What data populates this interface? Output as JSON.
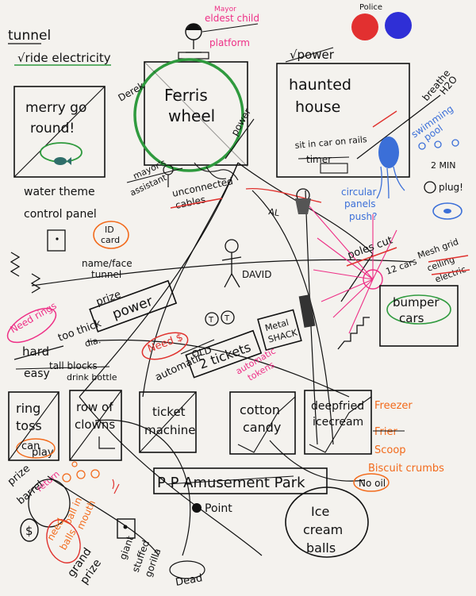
{
  "labels": {
    "tunnel": "tunnel",
    "ride_electricity": "√ride electricity",
    "mayor_eldest": "Mayor",
    "eldest_child": "eldest child",
    "platform": "platform",
    "police": "Police",
    "ferris": "Ferris",
    "wheel": "wheel",
    "derek": "Derek",
    "power_label": "power",
    "power_haunted": "√power",
    "haunted": "haunted",
    "house": "house",
    "sit_in_car": "sit in car on rails",
    "timer": "timer",
    "breathe": "breathe",
    "h2o": "H2O",
    "swimming": "swimming",
    "pool": "pool",
    "two_min": "2 MIN",
    "plug": "plug!",
    "circular": "circular",
    "panels": "panels",
    "push": "push?",
    "merry": "merry go",
    "round": "round!",
    "water_theme": "water theme",
    "control_panel": "control panel",
    "mayor_assistant_1": "mayor's",
    "mayor_assistant_2": "assistant",
    "unconnected": "unconnected",
    "cables": "cables",
    "al": "AL",
    "id_card_1": "ID",
    "id_card_2": "card",
    "name_tunnel_1": "name/face",
    "name_tunnel_2": "tunnel",
    "david": "DAVID",
    "poles_cut": "poles cut",
    "cars12": "12 cars",
    "mesh_grid": "Mesh grid",
    "ceiling": "ceiling",
    "electric": "electric",
    "bumper": "bumper",
    "cars": "cars",
    "prize": "prize",
    "power_prize": "power",
    "too_thick": "too thick",
    "dia": "dia.",
    "need_rings": "Need rings",
    "hard": "hard",
    "easy": "easy",
    "tall_blocks": "tall blocks",
    "drink_bottle": "drink bottle",
    "need_dollar": "Need $",
    "automatic": "automatic",
    "old": "OLD",
    "two_tickets": "2 tickets",
    "metal": "Metal",
    "shack": "SHACK",
    "automatic_tokens_1": "automatic",
    "automatic_tokens_2": "tokens",
    "ring": "ring",
    "toss": "toss",
    "can": "can",
    "play": "play",
    "row_of": "row of",
    "clowns": "clowns",
    "ticket": "ticket",
    "machine": "machine",
    "cotton": "cotton",
    "candy": "candy",
    "deepfried": "deepfried",
    "icecream": "icecream",
    "freezer": "Freezer",
    "frier": "Frier",
    "scoop": "Scoop",
    "biscuit": "Biscuit crumbs",
    "no_oil": "No oil",
    "prize_barrel_1": "prize",
    "prize_barrel_2": "barrel",
    "prize_barrel_3": "return",
    "balls_in_mouth_1": "ball in",
    "balls_in_mouth_2": "mouth",
    "need_balls_1": "need",
    "need_balls_2": "balls",
    "grand": "grand",
    "grand_prize": "prize",
    "giant": "giant",
    "stuffed": "stuffed",
    "gorilla": "gorilla",
    "dead": "Dead",
    "park_name": "P P Amusement Park",
    "point": "Point",
    "ice": "Ice",
    "cream": "cream",
    "balls": "balls",
    "dollar": "$"
  },
  "colors": {
    "ink": "#111111",
    "red": "#e0322e",
    "orange": "#f26a1b",
    "pink": "#ee2f86",
    "blue": "#3b6fd8",
    "green": "#2f9a3e",
    "purple": "#7a4fd0",
    "police_red": "#e23030",
    "police_blue": "#2f2fd6"
  }
}
